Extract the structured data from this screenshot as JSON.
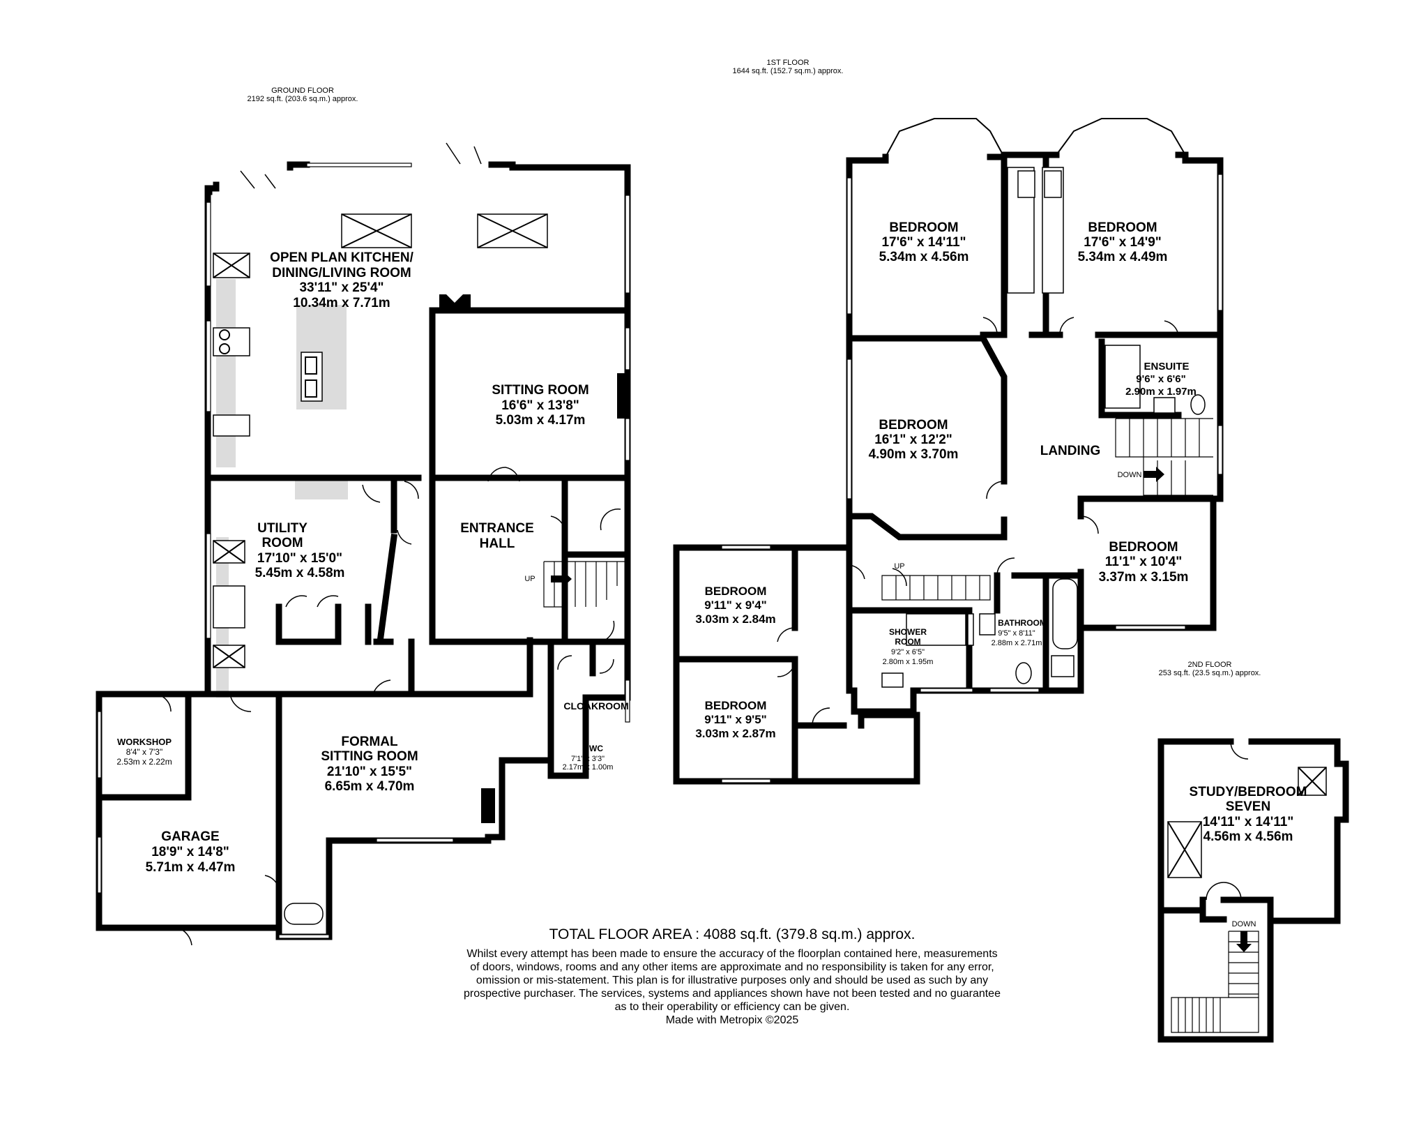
{
  "floors": {
    "ground": {
      "title": "GROUND FLOOR",
      "area": "2192 sq.ft. (203.6 sq.m.) approx."
    },
    "first": {
      "title": "1ST FLOOR",
      "area": "1644 sq.ft. (152.7 sq.m.) approx."
    },
    "second": {
      "title": "2ND FLOOR",
      "area": "253 sq.ft. (23.5 sq.m.) approx."
    }
  },
  "rooms": {
    "kitchen": {
      "name1": "OPEN PLAN KITCHEN/",
      "name2": "DINING/LIVING ROOM",
      "imperial": "33'11\"  x 25'4\"",
      "metric": "10.34m  x 7.71m"
    },
    "sitting": {
      "name": "SITTING ROOM",
      "imperial": "16'6\"  x 13'8\"",
      "metric": "5.03m  x 4.17m"
    },
    "utility": {
      "name1": "UTILITY",
      "name2": "ROOM",
      "imperial": "17'10\"  x 15'0\"",
      "metric": "5.45m  x 4.58m"
    },
    "entrance": {
      "name1": "ENTRANCE",
      "name2": "HALL"
    },
    "cloakroom": {
      "name": "CLOAKROOM"
    },
    "wc": {
      "name": "WC",
      "imperial": "7'1\"  x 3'3\"",
      "metric": "2.17m  x 1.00m"
    },
    "workshop": {
      "name": "WORKSHOP",
      "imperial": "8'4\"  x 7'3\"",
      "metric": "2.53m  x 2.22m"
    },
    "garage": {
      "name": "GARAGE",
      "imperial": "18'9\"  x 14'8\"",
      "metric": "5.71m  x 4.47m"
    },
    "formal": {
      "name1": "FORMAL",
      "name2": "SITTING ROOM",
      "imperial": "21'10\"  x 15'5\"",
      "metric": "6.65m  x 4.70m"
    },
    "bed1": {
      "name": "BEDROOM",
      "imperial": "17'6\"  x 14'11\"",
      "metric": "5.34m  x 4.56m"
    },
    "bed2": {
      "name": "BEDROOM",
      "imperial": "17'6\"  x 14'9\"",
      "metric": "5.34m  x 4.49m"
    },
    "bed3": {
      "name": "BEDROOM",
      "imperial": "16'1\"  x 12'2\"",
      "metric": "4.90m  x 3.70m"
    },
    "ensuite": {
      "name": "ENSUITE",
      "imperial": "9'6\"  x 6'6\"",
      "metric": "2.90m  x 1.97m"
    },
    "landing": {
      "name": "LANDING"
    },
    "bed4": {
      "name": "BEDROOM",
      "imperial": "11'1\"  x 10'4\"",
      "metric": "3.37m  x 3.15m"
    },
    "bed5": {
      "name": "BEDROOM",
      "imperial": "9'11\"  x 9'4\"",
      "metric": "3.03m  x 2.84m"
    },
    "bed6": {
      "name": "BEDROOM",
      "imperial": "9'11\"  x 9'5\"",
      "metric": "3.03m  x 2.87m"
    },
    "shower": {
      "name1": "SHOWER",
      "name2": "ROOM",
      "imperial": "9'2\"  x 6'5\"",
      "metric": "2.80m  x 1.95m"
    },
    "bathroom": {
      "name": "BATHROOM",
      "imperial": "9'5\"  x 8'11\"",
      "metric": "2.88m  x 2.71m"
    },
    "study": {
      "name1": "STUDY/BEDROOM",
      "name2": "SEVEN",
      "imperial": "14'11\"  x 14'11\"",
      "metric": "4.56m  x 4.56m"
    }
  },
  "stairs": {
    "up": "UP",
    "down": "DOWN"
  },
  "footer": {
    "total": "TOTAL FLOOR AREA : 4088 sq.ft. (379.8 sq.m.) approx.",
    "disclaimer1": "Whilst every attempt has been made to ensure the accuracy of the floorplan contained here, measurements",
    "disclaimer2": "of doors, windows, rooms and any other items are approximate and no responsibility is taken for any error,",
    "disclaimer3": "omission or mis-statement. This plan is for illustrative purposes only and should be used as such by any",
    "disclaimer4": "prospective purchaser. The services, systems and appliances shown have not been tested and no guarantee",
    "disclaimer5": "as to their operability or efficiency can be given.",
    "credit": "Made with Metropix ©2025"
  }
}
